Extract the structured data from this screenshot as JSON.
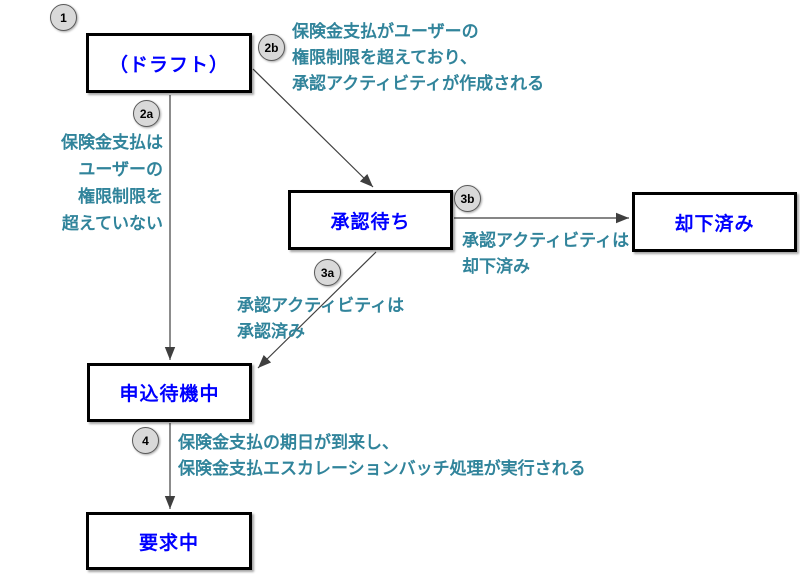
{
  "colors": {
    "node_text": "#0000ff",
    "annotation_text": "#31849b",
    "badge_fill": "#d9d9d9",
    "badge_border": "#595959",
    "badge_text": "#000000",
    "box_border": "#000000",
    "box_fill": "#ffffff",
    "arrow": "#3f3f3f"
  },
  "nodes": {
    "draft": {
      "label": "（ドラフト）"
    },
    "pending_approval": {
      "label": "承認待ち"
    },
    "rejected": {
      "label": "却下済み"
    },
    "awaiting_application": {
      "label": "申込待機中"
    },
    "requested": {
      "label": "要求中"
    }
  },
  "badges": {
    "step1": {
      "label": "1"
    },
    "step2a": {
      "label": "2a"
    },
    "step2b": {
      "label": "2b"
    },
    "step3a": {
      "label": "3a"
    },
    "step3b": {
      "label": "3b"
    },
    "step4": {
      "label": "4"
    }
  },
  "annotations": {
    "t2b": {
      "lines": [
        "保険金支払がユーザーの",
        "権限制限を超えており、",
        "承認アクティビティが作成される"
      ]
    },
    "t2a": {
      "lines": [
        "保険金支払は",
        "ユーザーの",
        "権限制限を",
        "超えていない"
      ]
    },
    "t3b": {
      "lines": [
        "承認アクティビティは",
        "却下済み"
      ]
    },
    "t3a": {
      "lines": [
        "承認アクティビティは",
        "承認済み"
      ]
    },
    "t4": {
      "lines": [
        "保険金支払の期日が到来し、",
        "保険金支払エスカレーションバッチ処理が実行される"
      ]
    }
  }
}
